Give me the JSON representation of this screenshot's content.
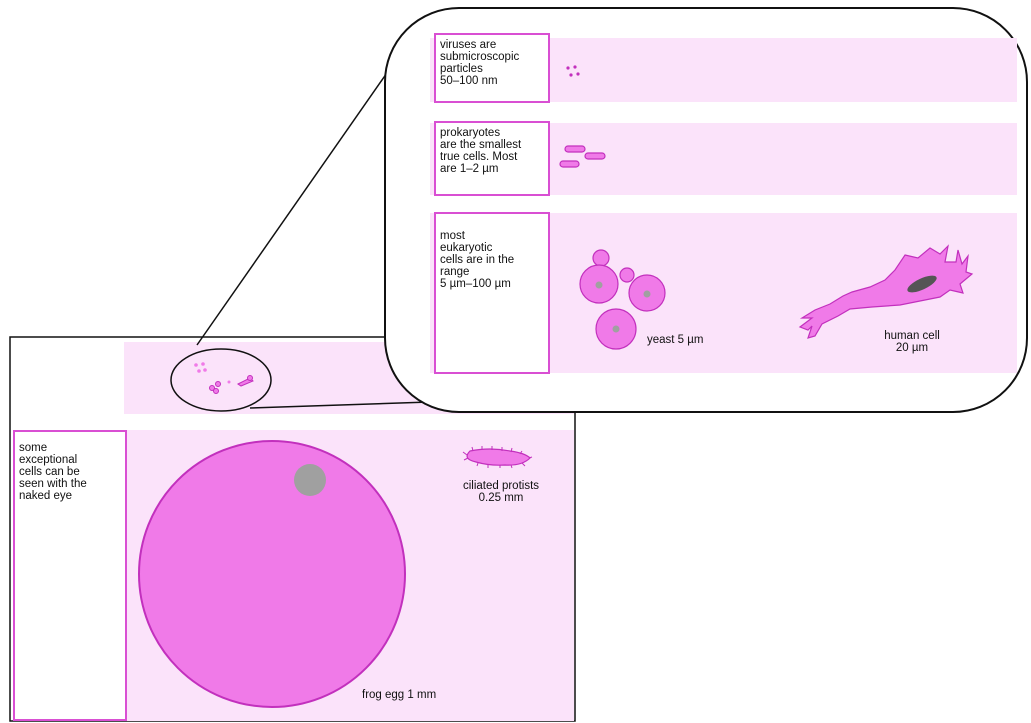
{
  "colors": {
    "band": "#fbe3fa",
    "band_strip": "#f8d3f6",
    "cell_fill": "#f07ae8",
    "cell_stroke": "#c230bd",
    "nucleus": "#a0a0a0",
    "outline": "#111111"
  },
  "panels": {
    "viruses": {
      "text": "viruses are\nsubmicroscopic\nparticles\n50–100 nm"
    },
    "prokaryotes": {
      "text": "prokaryotes\nare the smallest\ntrue cells. Most\nare 1–2 µm"
    },
    "eukaryotes": {
      "text": "most\neukaryotic\ncells are in the\nrange\n5 µm–100 µm",
      "yeast_label": "yeast 5 µm",
      "human_label": "human cell\n20 µm"
    },
    "exceptional": {
      "text": "some\nexceptional\ncells can be\nseen with the\nnaked eye",
      "protist_label": "ciliated protists\n0.25 mm",
      "frog_label": "frog egg 1 mm"
    }
  }
}
